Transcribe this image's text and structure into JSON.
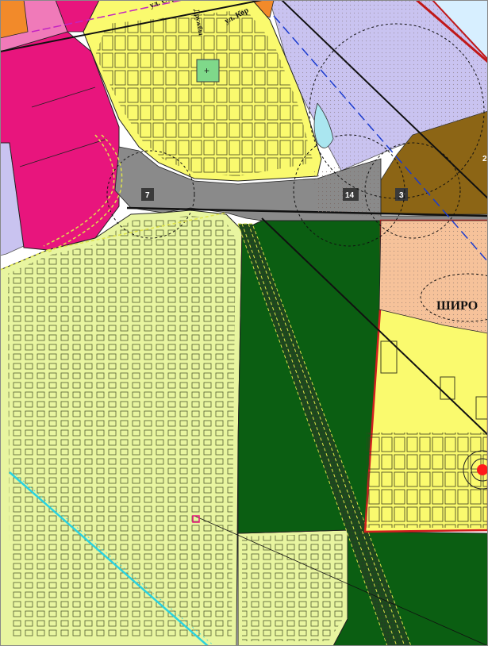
{
  "map": {
    "street_labels": [
      "ул. Строительная",
      "ул. Кор",
      "Дружбы"
    ],
    "district_label": "ШИРО",
    "zone_numbers": [
      "7",
      "14",
      "3",
      "2"
    ]
  },
  "colors": {
    "light_residential": "#e8f5a0",
    "residential_yellow": "#fafa6e",
    "forest_green": "#0b5e12",
    "public_magenta": "#e8157d",
    "lavender": "#c9c3f0",
    "brown": "#8c6515",
    "peach": "#f6c29a",
    "road_gray": "#7a7a7a",
    "orange": "#f28a2a",
    "red_marker": "#ff1a1a",
    "cyan_line": "#2ad2e0",
    "blue_dashed": "#1b3ccf"
  }
}
